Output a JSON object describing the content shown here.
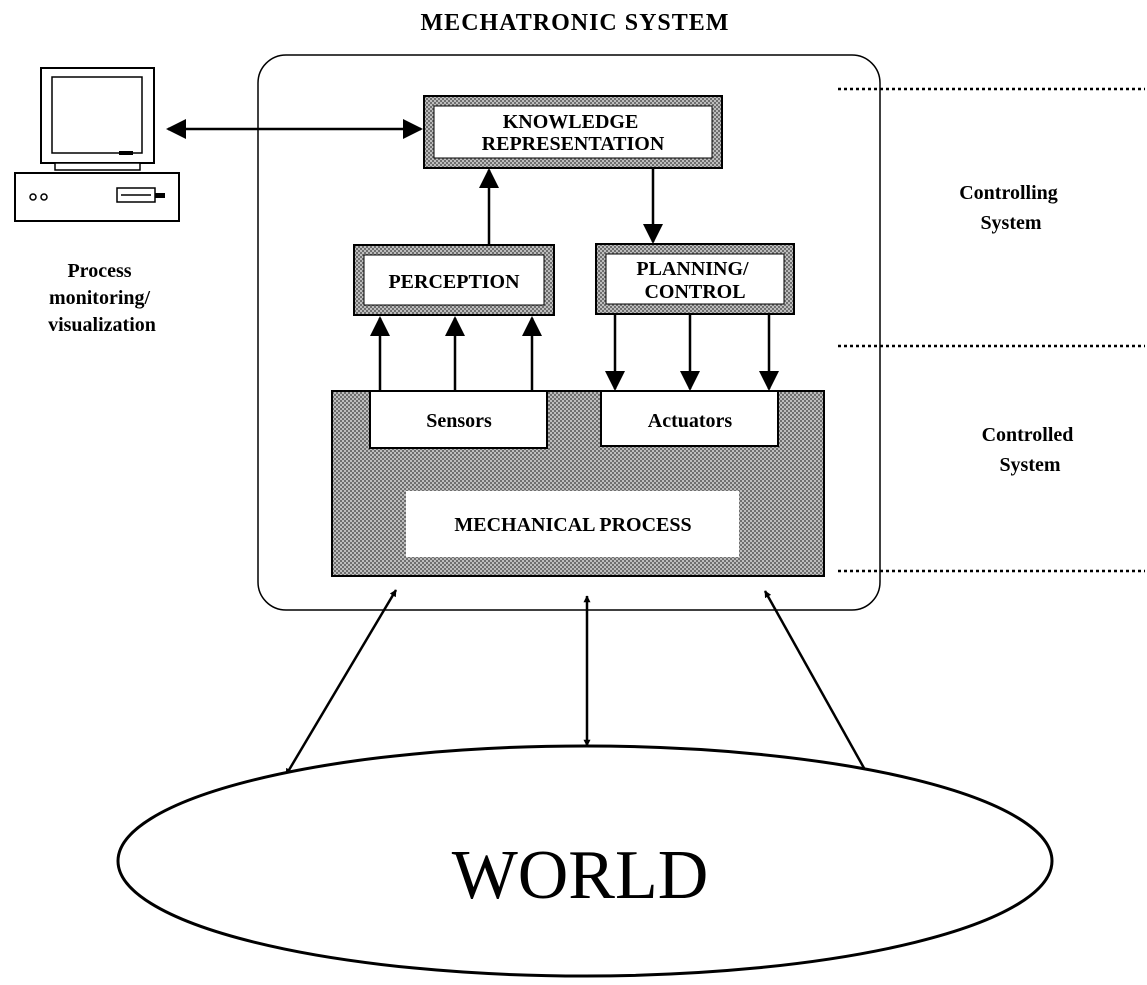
{
  "title": "MECHATRONIC SYSTEM",
  "computer": {
    "label_lines": [
      "Process",
      "monitoring/",
      "visualization"
    ]
  },
  "blocks": {
    "knowledge": [
      "KNOWLEDGE",
      "REPRESENTATION"
    ],
    "perception": "PERCEPTION",
    "planning": [
      "PLANNING/",
      "CONTROL"
    ],
    "sensors": "Sensors",
    "actuators": "Actuators",
    "mechanical": "MECHANICAL PROCESS"
  },
  "levels": {
    "controlling": [
      "Controlling",
      "System"
    ],
    "controlled": [
      "Controlled",
      "System"
    ]
  },
  "world": "WORLD",
  "colors": {
    "ink": "#000000",
    "hatch_dark": "#6e6e6e",
    "hatch_light": "#bdbdbd",
    "background": "#ffffff"
  }
}
